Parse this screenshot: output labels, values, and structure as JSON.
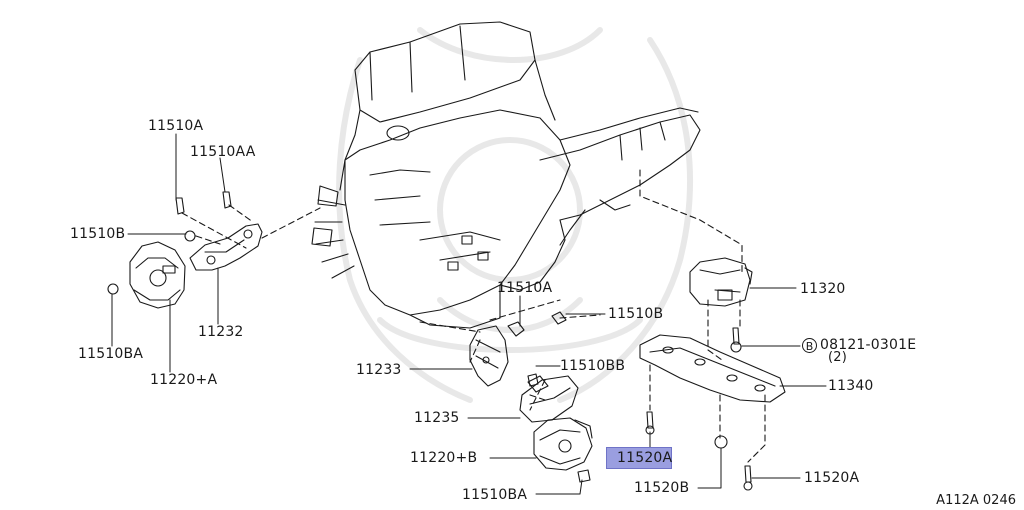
{
  "diagram": {
    "reference_code": "A112A 0246",
    "highlight_color": "#9a9ee0",
    "labels": {
      "p11510A_top": "11510A",
      "p11510AA": "11510AA",
      "p11510B_left": "11510B",
      "p11510BA_left": "11510BA",
      "p11220A": "11220+A",
      "p11232": "11232",
      "p11510A_mid": "11510A",
      "p11510B_mid": "11510B",
      "p11233": "11233",
      "p11510BB": "11510BB",
      "p11235": "11235",
      "p11220B": "11220+B",
      "p11510BA_bottom": "11510BA",
      "p11320": "11320",
      "p08121_code": "08121-0301E",
      "p08121_qty": "(2)",
      "p08121_prefix": "B",
      "p11340": "11340",
      "p11520A_highlight": "11520A",
      "p11520B": "11520B",
      "p11520A_right": "11520A"
    }
  }
}
